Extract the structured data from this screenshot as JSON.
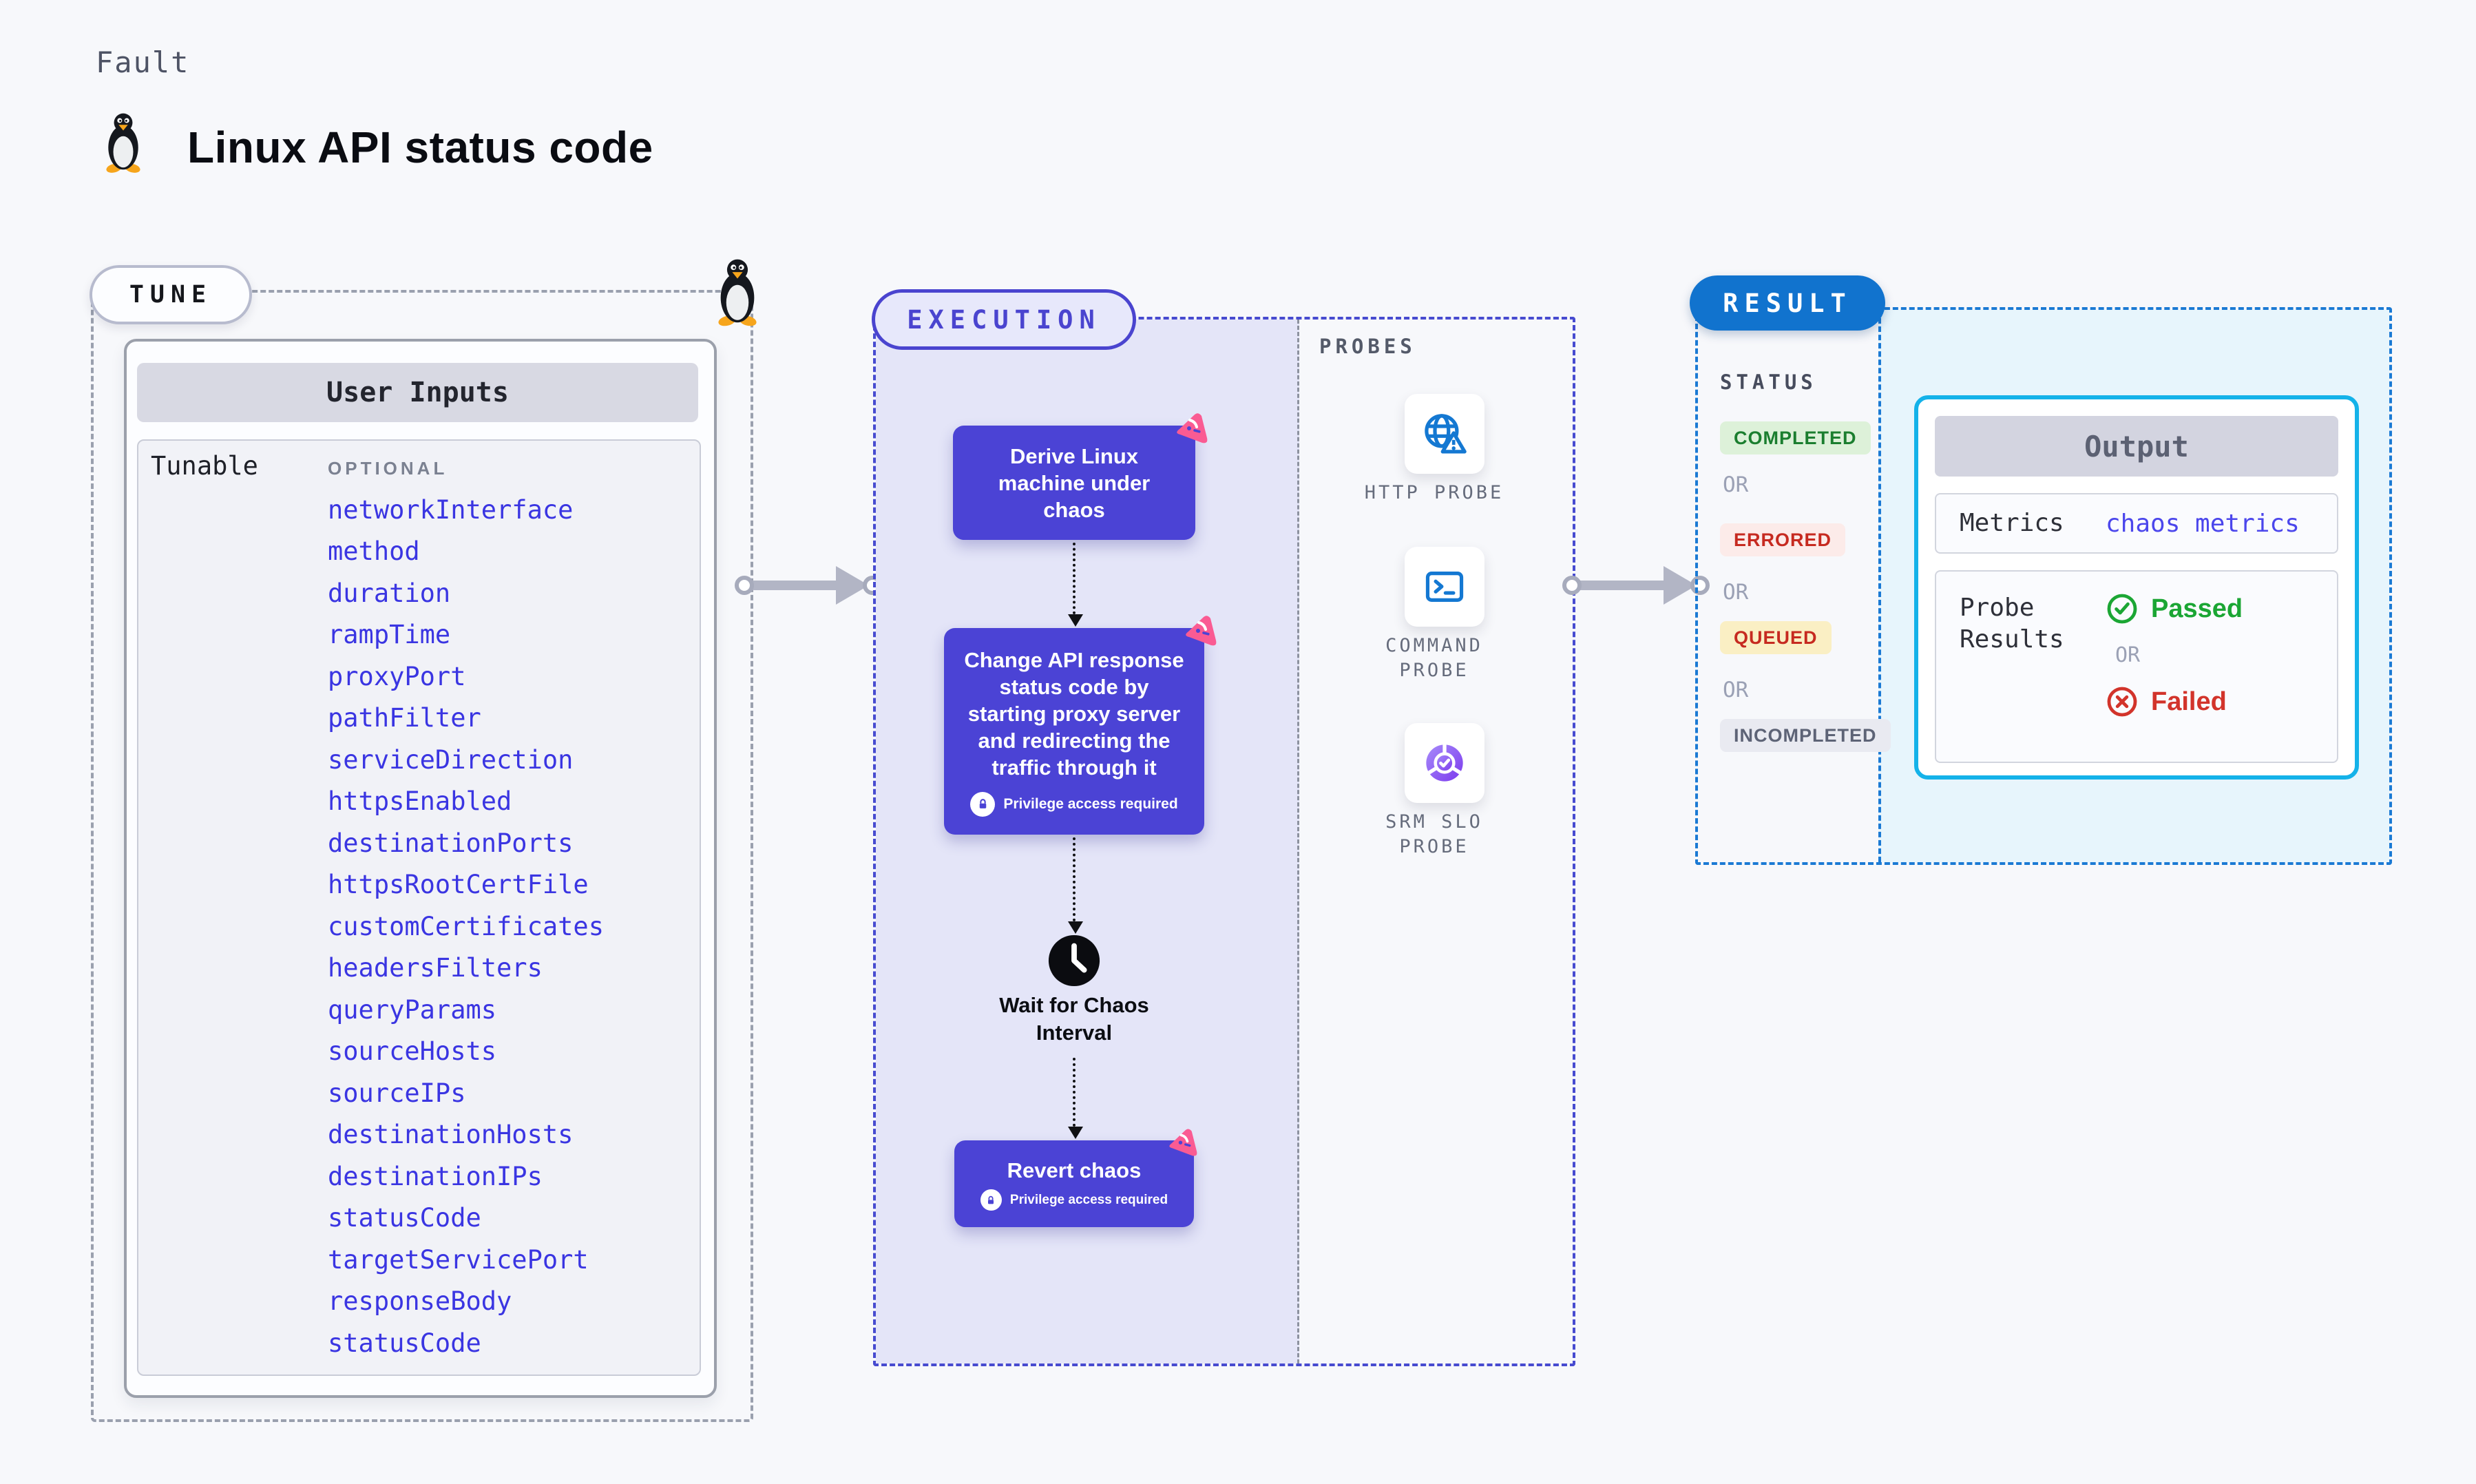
{
  "page": {
    "kicker": "Fault",
    "title": "Linux API status code"
  },
  "tune": {
    "pill": "TUNE",
    "table_title": "User Inputs",
    "row_label": "Tunable",
    "column_label": "OPTIONAL",
    "tunables": [
      "networkInterface",
      "method",
      "duration",
      "rampTime",
      "proxyPort",
      "pathFilter",
      "serviceDirection",
      "httpsEnabled",
      "destinationPorts",
      "httpsRootCertFile",
      "customCertificates",
      "headersFilters",
      "queryParams",
      "sourceHosts",
      "sourceIPs",
      "destinationHosts",
      "destinationIPs",
      "statusCode",
      "targetServicePort",
      "responseBody",
      "statusCode"
    ]
  },
  "execution": {
    "pill": "EXECUTION",
    "step1": "Derive Linux machine under chaos",
    "step2": "Change API response status code by starting proxy server and redirecting the traffic through it",
    "privilege": "Privilege access required",
    "wait": "Wait for Chaos Interval",
    "revert": "Revert chaos"
  },
  "probes": {
    "label": "PROBES",
    "items": [
      {
        "name": "http-probe",
        "label": "HTTP PROBE"
      },
      {
        "name": "command-probe",
        "label": "COMMAND PROBE"
      },
      {
        "name": "srm-slo-probe",
        "label": "SRM SLO PROBE"
      }
    ]
  },
  "result": {
    "pill": "RESULT",
    "status_label": "STATUS",
    "statuses": [
      "COMPLETED",
      "ERRORED",
      "QUEUED",
      "INCOMPLETED"
    ],
    "or": "OR",
    "output": {
      "title": "Output",
      "metrics_label": "Metrics",
      "metrics_value": "chaos metrics",
      "probe_results_label": "Probe Results",
      "passed": "Passed",
      "failed": "Failed"
    }
  },
  "colors": {
    "accent_indigo": "#4b43d5",
    "litmus_pink": "#fa5b93",
    "result_blue": "#1173ce",
    "probe_blue": "#1478d2",
    "output_border_cyan": "#14b2e9",
    "link_blue": "#3a35e2",
    "success_green": "#1ba634",
    "error_red": "#d2342b",
    "queued_yellow_bg": "#faefc4",
    "lavender_bg": "#e4e5f8",
    "cyan_bg": "#e7f5fc"
  }
}
